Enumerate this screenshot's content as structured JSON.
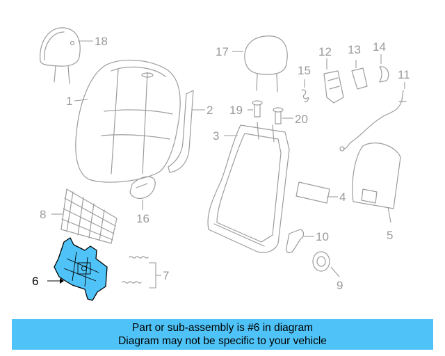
{
  "callouts": {
    "c1": "1",
    "c2": "2",
    "c3": "3",
    "c4": "4",
    "c5": "5",
    "c6": "6",
    "c7": "7",
    "c8": "8",
    "c9": "9",
    "c10": "10",
    "c11": "11",
    "c12": "12",
    "c13": "13",
    "c14": "14",
    "c15": "15",
    "c16": "16",
    "c17": "17",
    "c18": "18",
    "c19": "19",
    "c20": "20"
  },
  "highlight": {
    "part": "6",
    "color": "#4fc3f7",
    "outline": "#000000"
  },
  "banner": {
    "line1": "Part or sub-assembly is #6 in diagram",
    "line2": "Diagram may not be specific to your vehicle",
    "color": "#4fc3f7"
  }
}
